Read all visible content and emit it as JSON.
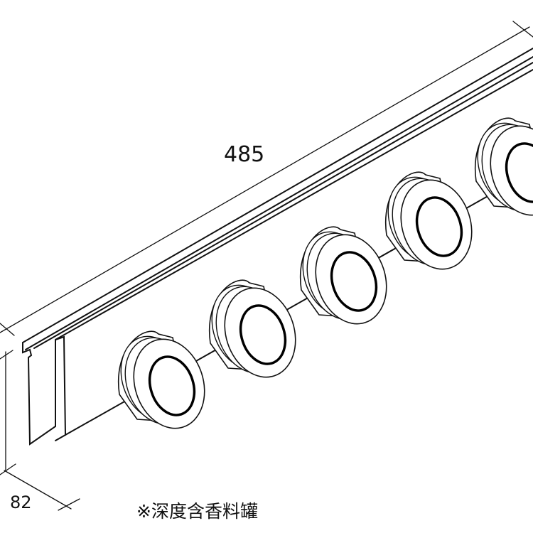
{
  "dimensions": {
    "length": "485",
    "depth": "82"
  },
  "note": "※深度含香料罐"
}
